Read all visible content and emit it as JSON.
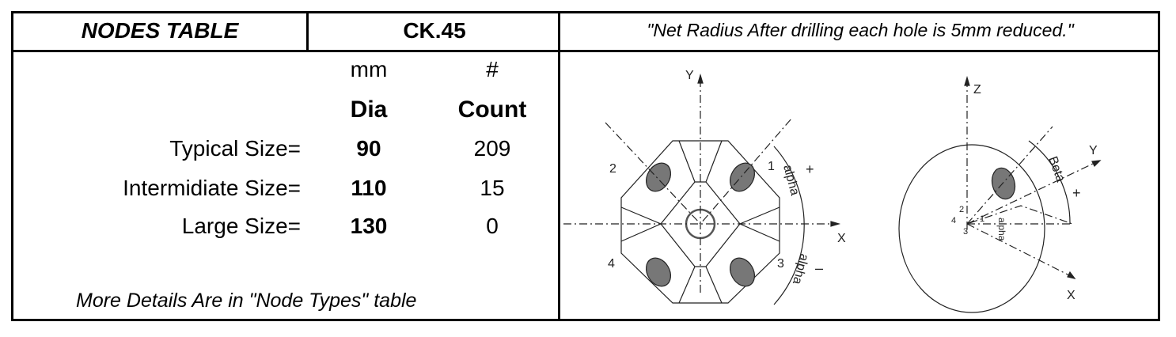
{
  "header": {
    "title": "NODES TABLE",
    "code": "CK.45",
    "note": "\"Net Radius After drilling each hole is 5mm reduced.\""
  },
  "table": {
    "col_units": [
      "mm",
      "#"
    ],
    "col_headers": [
      "Dia",
      "Count"
    ],
    "rows": [
      {
        "label": "Typical Size=",
        "dia": "90",
        "count": "209"
      },
      {
        "label": "Intermidiate Size=",
        "dia": "110",
        "count": "15"
      },
      {
        "label": "Large Size=",
        "dia": "130",
        "count": "0"
      }
    ],
    "footer": "More Details Are in \"Node Types\" table"
  },
  "diagram": {
    "left": {
      "y": "Y",
      "x": "X",
      "n1": "1",
      "n2": "2",
      "n3": "3",
      "n4": "4",
      "alpha": "alpha",
      "plus": "+",
      "minus": "–"
    },
    "right": {
      "z": "Z",
      "y": "Y",
      "x": "X",
      "beta": "Beta",
      "alpha": "alpha",
      "plus": "+",
      "n1": "1",
      "n2": "2",
      "n3": "3",
      "n4": "4"
    }
  }
}
